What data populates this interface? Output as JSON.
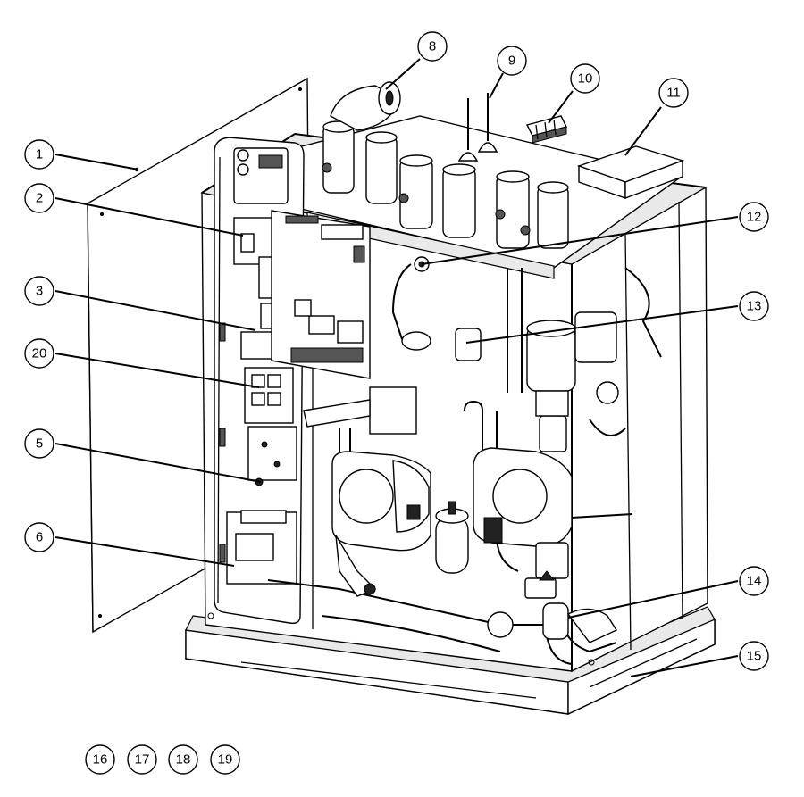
{
  "callouts": [
    {
      "id": "1",
      "label": "1"
    },
    {
      "id": "2",
      "label": "2"
    },
    {
      "id": "3",
      "label": "3"
    },
    {
      "id": "20",
      "label": "20"
    },
    {
      "id": "5",
      "label": "5"
    },
    {
      "id": "6",
      "label": "6"
    },
    {
      "id": "8",
      "label": "8"
    },
    {
      "id": "9",
      "label": "9"
    },
    {
      "id": "10",
      "label": "10"
    },
    {
      "id": "11",
      "label": "11"
    },
    {
      "id": "12",
      "label": "12"
    },
    {
      "id": "13",
      "label": "13"
    },
    {
      "id": "14",
      "label": "14"
    },
    {
      "id": "15",
      "label": "15"
    },
    {
      "id": "16",
      "label": "16"
    },
    {
      "id": "17",
      "label": "17"
    },
    {
      "id": "18",
      "label": "18"
    },
    {
      "id": "19",
      "label": "19"
    }
  ]
}
